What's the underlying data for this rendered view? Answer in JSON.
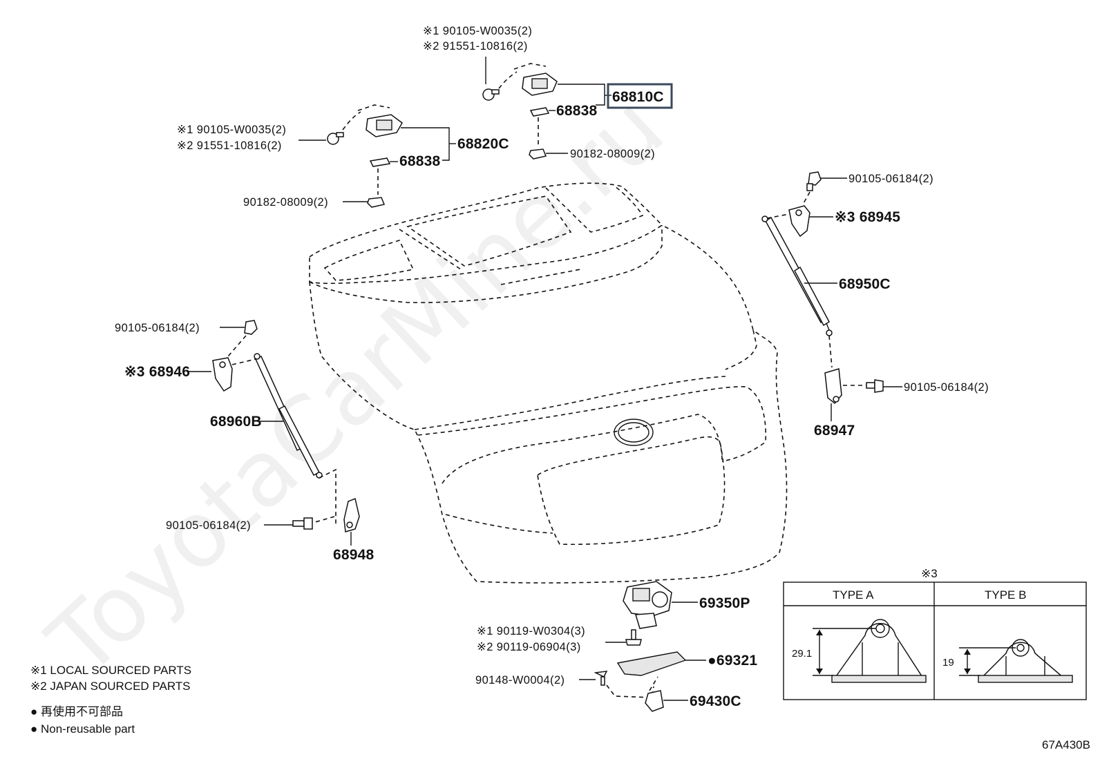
{
  "watermark": "ToyotaCarMine.ru",
  "figure_id": "67A430B",
  "highlighted_part": "68810C",
  "callouts": {
    "top_bolt_1": "※1 90105-W0035(2)",
    "top_bolt_2": "※2 91551-10816(2)",
    "hinge_right": "68810C",
    "shim_right": "68838",
    "nut_right": "90182-08009(2)",
    "left_bolt_1": "※1 90105-W0035(2)",
    "left_bolt_2": "※2 91551-10816(2)",
    "hinge_left": "68820C",
    "shim_left": "68838",
    "nut_left": "90182-08009(2)",
    "bolt_upper_right": "90105-06184(2)",
    "bracket_upper_right": "※3 68945",
    "stay_right": "68950C",
    "bolt_lower_right": "90105-06184(2)",
    "bracket_lower_right": "68947",
    "bolt_upper_left": "90105-06184(2)",
    "bracket_upper_left": "※3 68946",
    "stay_left": "68960B",
    "bolt_lower_left": "90105-06184(2)",
    "bracket_lower_left": "68948",
    "lock": "69350P",
    "lock_bolt_1": "※1 90119-W0304(3)",
    "lock_bolt_2": "※2 90119-06904(3)",
    "cover": "●69321",
    "screw": "90148-W0004(2)",
    "striker": "69430C"
  },
  "notes": {
    "local": "※1  LOCAL SOURCED PARTS",
    "japan": "※2  JAPAN SOURCED PARTS",
    "nonreusable_jp": "● 再使用不可部品",
    "nonreusable_en": "● Non-reusable part"
  },
  "type_table": {
    "ref": "※3",
    "type_a": "TYPE A",
    "type_b": "TYPE B",
    "dim_a": "29.1",
    "dim_b": "19"
  }
}
